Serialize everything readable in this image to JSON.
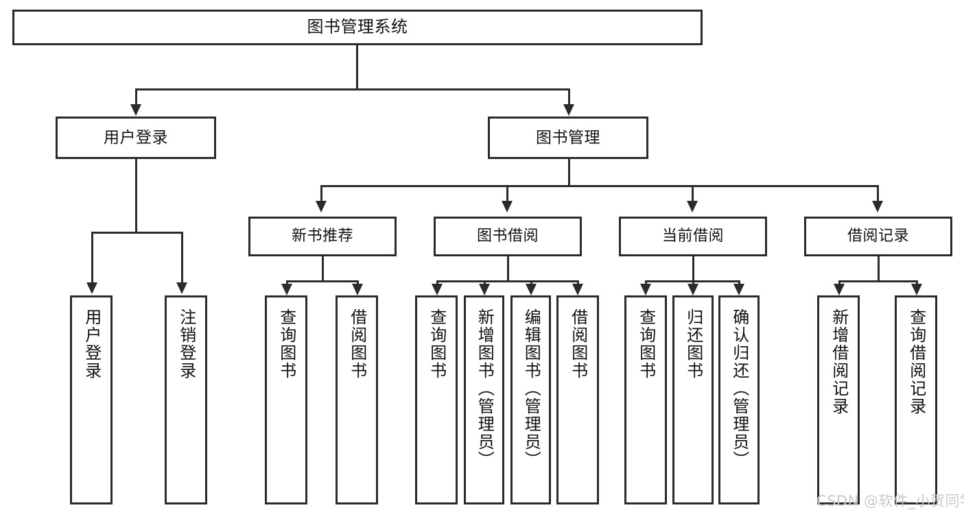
{
  "diagram": {
    "title": "图书管理系统",
    "type": "tree",
    "watermark": "CSDN @软件_小贺同学",
    "colors": {
      "stroke": "#2b2b2b",
      "fill": "#ffffff",
      "text": "#111111",
      "watermark": "#c9c9c9"
    },
    "root": {
      "label": "图书管理系统"
    },
    "level2": [
      {
        "label": "用户登录"
      },
      {
        "label": "图书管理"
      }
    ],
    "level3": [
      {
        "label": "新书推荐"
      },
      {
        "label": "图书借阅"
      },
      {
        "label": "当前借阅"
      },
      {
        "label": "借阅记录"
      }
    ],
    "leaves": {
      "user_login": [
        {
          "label": "用户登录"
        },
        {
          "label": "注销登录"
        }
      ],
      "new_book": [
        {
          "label": "查询图书"
        },
        {
          "label": "借阅图书"
        }
      ],
      "borrow": [
        {
          "label": "查询图书"
        },
        {
          "label": "新增图书（管理员）"
        },
        {
          "label": "编辑图书（管理员）"
        },
        {
          "label": "借阅图书"
        }
      ],
      "current": [
        {
          "label": "查询图书"
        },
        {
          "label": "归还图书"
        },
        {
          "label": "确认归还（管理员）"
        }
      ],
      "records": [
        {
          "label": "新增借阅记录"
        },
        {
          "label": "查询借阅记录"
        }
      ]
    }
  }
}
